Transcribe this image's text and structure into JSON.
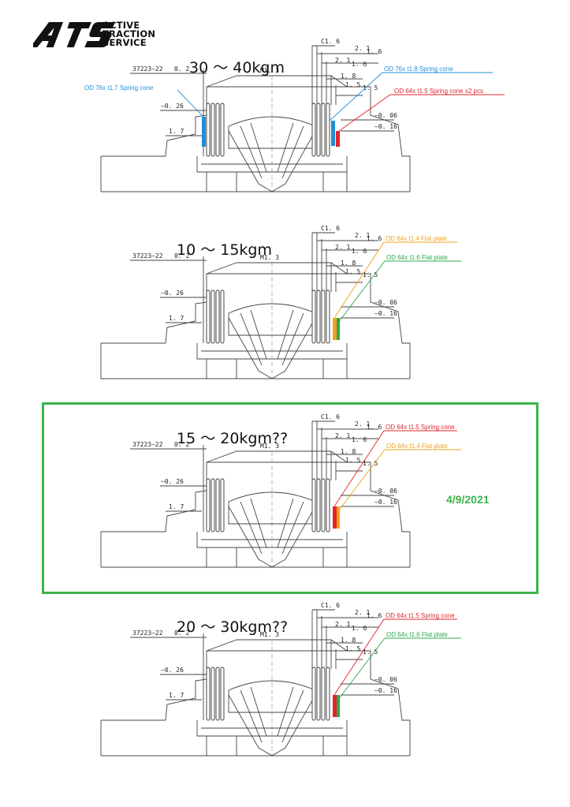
{
  "logo": {
    "mark": "ATS",
    "line1": "ACTIVE",
    "line2": "TRACTION",
    "line3": "SERVICE"
  },
  "colors": {
    "blue": "#1e8fd6",
    "red": "#e0252b",
    "orange": "#f0a01e",
    "green": "#2da84a",
    "highlight": "#3cb44a"
  },
  "dims": {
    "part_no": "37223—22",
    "p02": "0. 2",
    "m13": "M1. 3",
    "n026": "—0. 26",
    "d17": "1. 7",
    "c16": "C1. 6",
    "d21": "2. 1",
    "d16": "1. 6",
    "d18": "1. 8",
    "d15": "1. 5",
    "n006": "—0. 06",
    "n016": "—0. 16"
  },
  "panels": [
    {
      "torque": "30 ～ 40kgm",
      "callouts": [
        {
          "text": "OD 76x t1.7 Spring cone",
          "color": "blue"
        },
        {
          "text": "OD 76x t1.8 Spring cone",
          "color": "blue"
        },
        {
          "text": "OD 64x t1.5 Spring cone x2 pcs",
          "color": "red"
        }
      ]
    },
    {
      "torque": "10 ～ 15kgm",
      "callouts": [
        {
          "text": "OD 64x t1.4 Flat plate",
          "color": "orange"
        },
        {
          "text": "OD 64x t1.6 Flat plate",
          "color": "green"
        }
      ]
    },
    {
      "torque": "15 ～ 20kgm??",
      "callouts": [
        {
          "text": "OD 64x t1.5 Spring cone",
          "color": "red"
        },
        {
          "text": "OD 64x t1.4 Flat plate",
          "color": "orange"
        }
      ]
    },
    {
      "torque": "20 ～ 30kgm??",
      "callouts": [
        {
          "text": "OD 64x t1.5 Spring cone",
          "color": "red"
        },
        {
          "text": "OD 64x t1.6 Flat plate",
          "color": "green"
        }
      ]
    }
  ],
  "date_label": "4/9/2021"
}
